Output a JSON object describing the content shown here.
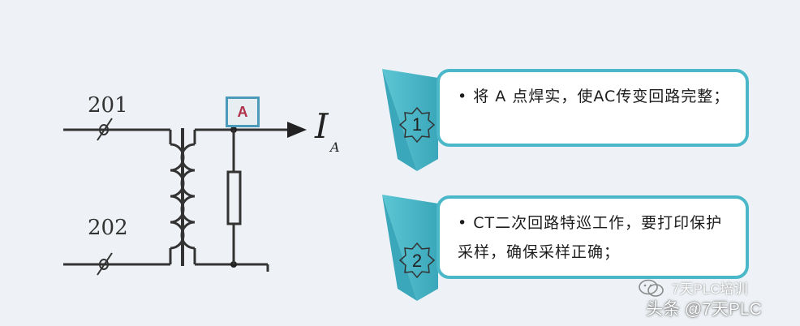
{
  "circuit": {
    "terminal_1": "201",
    "terminal_2": "202",
    "meter_label": "A",
    "current_symbol": "I",
    "current_subscript": "A"
  },
  "steps": [
    {
      "number": "1",
      "text": "• 将 A 点焊实，使AC传变回路完整；"
    },
    {
      "number": "2",
      "text": "•  CT二次回路特巡工作，要打印保护采样，确保采样正确；"
    }
  ],
  "watermark": {
    "top": "7天PLC培训",
    "bottom": "头条 @7天PLC"
  },
  "colors": {
    "accent": "#4bb8c9",
    "meter_text": "#b0324a",
    "background": "#eef2f6"
  }
}
